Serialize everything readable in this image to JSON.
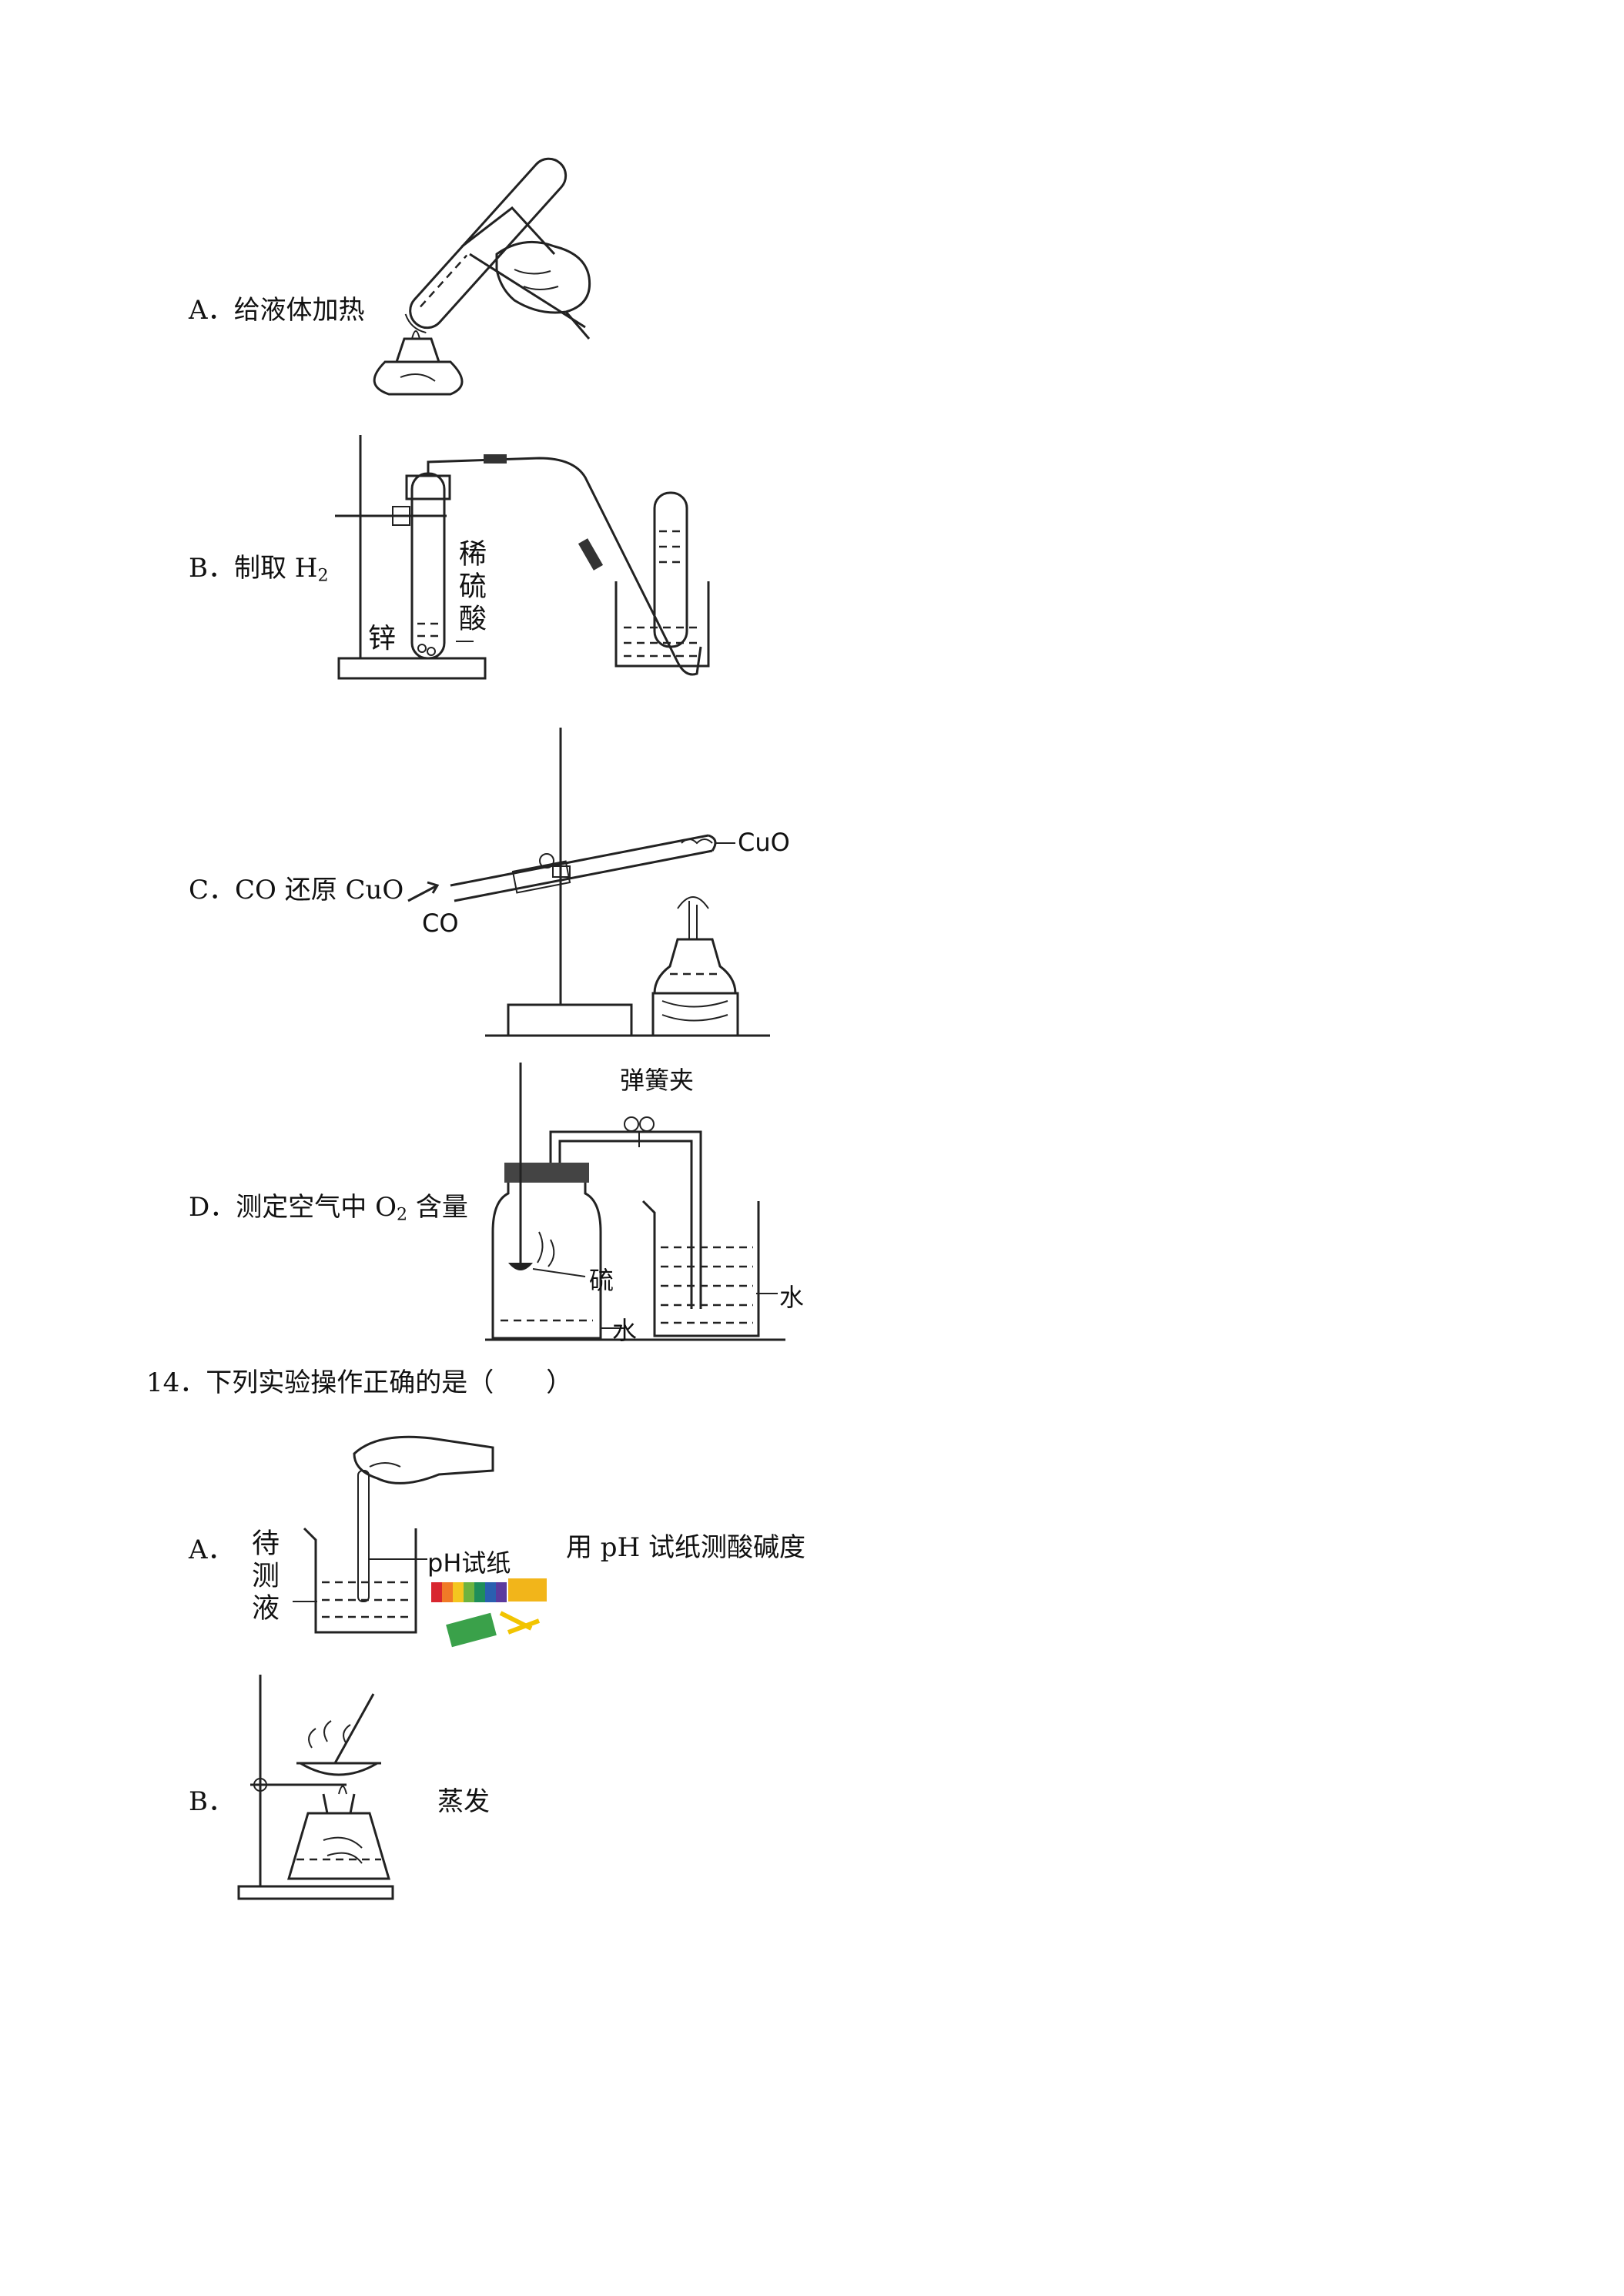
{
  "q13_options": {
    "a": {
      "letter": "A．",
      "text": "给液体加热"
    },
    "b": {
      "letter": "B．",
      "text": "制取 H",
      "sub": "2",
      "labels": {
        "acid": "稀硫酸",
        "zinc": "锌"
      }
    },
    "c": {
      "letter": "C．",
      "text": "CO 还原 CuO",
      "labels": {
        "cuo": "CuO",
        "co": "CO"
      }
    },
    "d": {
      "letter": "D．",
      "text_before": "测定空气中 O",
      "sub": "2",
      "text_after": " 含量",
      "labels": {
        "clip": "弹簧夹",
        "sulfur": "硫",
        "water_left": "水",
        "water_right": "水"
      }
    }
  },
  "q14": {
    "number": "14．",
    "stem": "下列实验操作正确的是（　　）",
    "options": {
      "a": {
        "letter": "A．",
        "text": "用 pH 试纸测酸碱度",
        "labels": {
          "liquid": "待测液",
          "ph_paper": "pH试纸"
        }
      },
      "b": {
        "letter": "B．",
        "text": "蒸发"
      }
    }
  }
}
